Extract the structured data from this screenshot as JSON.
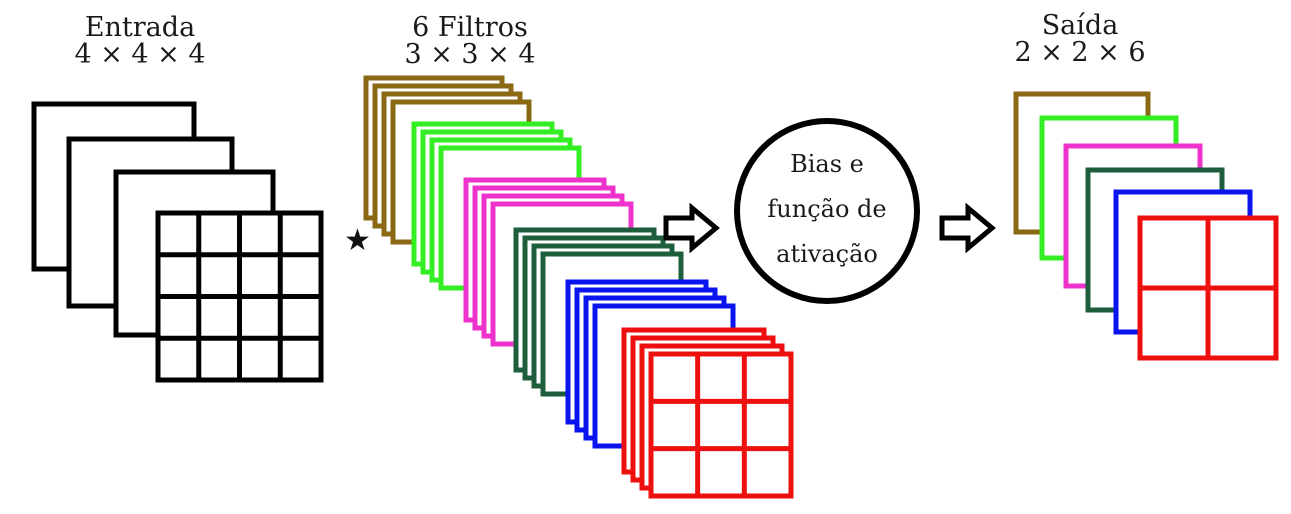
{
  "input": {
    "title": "Entrada",
    "dims": "4 × 4 × 4"
  },
  "filters": {
    "title": "6 Filtros",
    "dims": "3 × 3 × 4"
  },
  "operator": {
    "symbol": "★",
    "icon": "convolution-star-icon"
  },
  "bias_block": {
    "lines": [
      "Bias e",
      "função de",
      "ativação"
    ]
  },
  "output": {
    "title": "Saída",
    "dims": "2 × 2 × 6"
  },
  "arrows": [
    "right-arrow-icon",
    "right-arrow-icon"
  ],
  "colors": {
    "input": "#000000",
    "filters": [
      "#8B6914",
      "#33EE22",
      "#EE33CC",
      "#1E5E3C",
      "#0A14EE",
      "#EE0F0F"
    ],
    "outline": "#000000"
  }
}
